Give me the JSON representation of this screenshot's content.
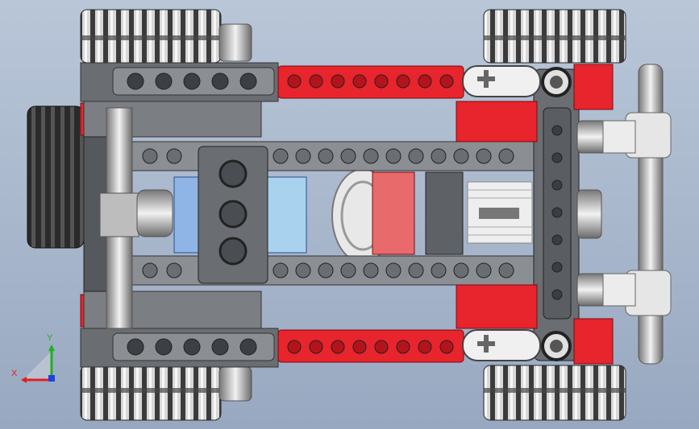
{
  "viewport": {
    "background_top": "#b9c6d8",
    "background_bottom": "#98a8c0"
  },
  "model": {
    "name": "lego-technic-vehicle-top-view",
    "colors": {
      "dark_gray": "#5e6166",
      "mid_gray": "#8b8e92",
      "light_gray": "#c9cbcd",
      "red": "#e8242d",
      "blue": "#8fb4e6",
      "light_blue": "#a9d2ef",
      "white": "#eeeeee",
      "tire": "#3a3a3a"
    }
  },
  "triad": {
    "x_label": "X",
    "y_label": "Y",
    "x_color": "#e02020",
    "y_color": "#20b020",
    "z_color": "#2040e0"
  }
}
